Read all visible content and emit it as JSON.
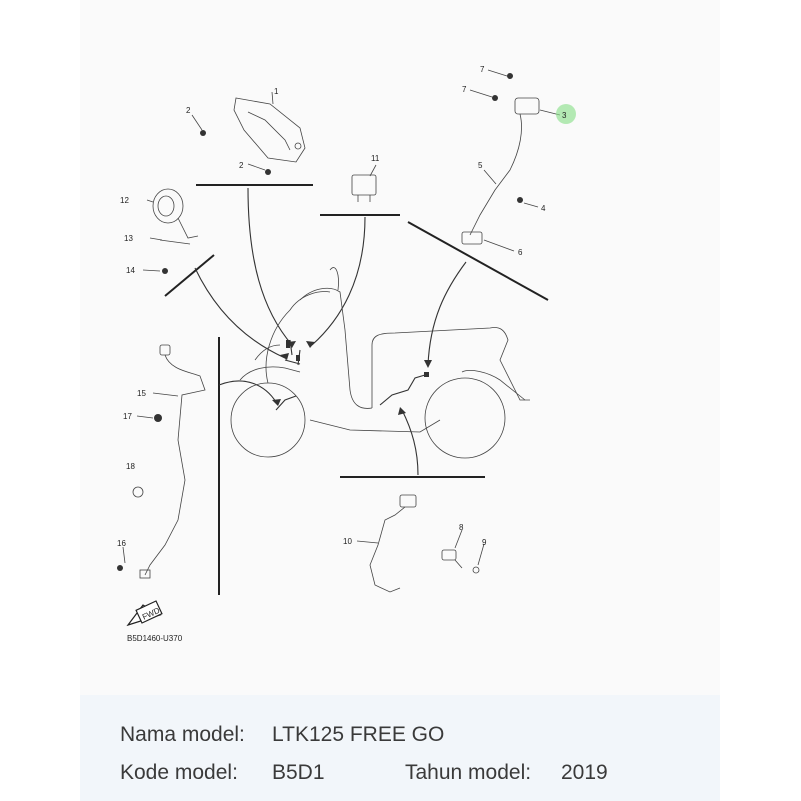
{
  "diagram": {
    "callouts": [
      "1",
      "2",
      "2",
      "3",
      "4",
      "5",
      "6",
      "7",
      "7",
      "8",
      "9",
      "10",
      "11",
      "12",
      "13",
      "14",
      "15",
      "16",
      "17",
      "18"
    ],
    "diagram_code": "B5D1460-U370",
    "direction_label": "FWD",
    "highlight_color": "#8ee08e"
  },
  "info": {
    "model_name_label": "Nama model:",
    "model_name_value": "LTK125 FREE GO",
    "model_code_label": "Kode model:",
    "model_code_value": "B5D1",
    "model_year_label": "Tahun model:",
    "model_year_value": "2019"
  }
}
